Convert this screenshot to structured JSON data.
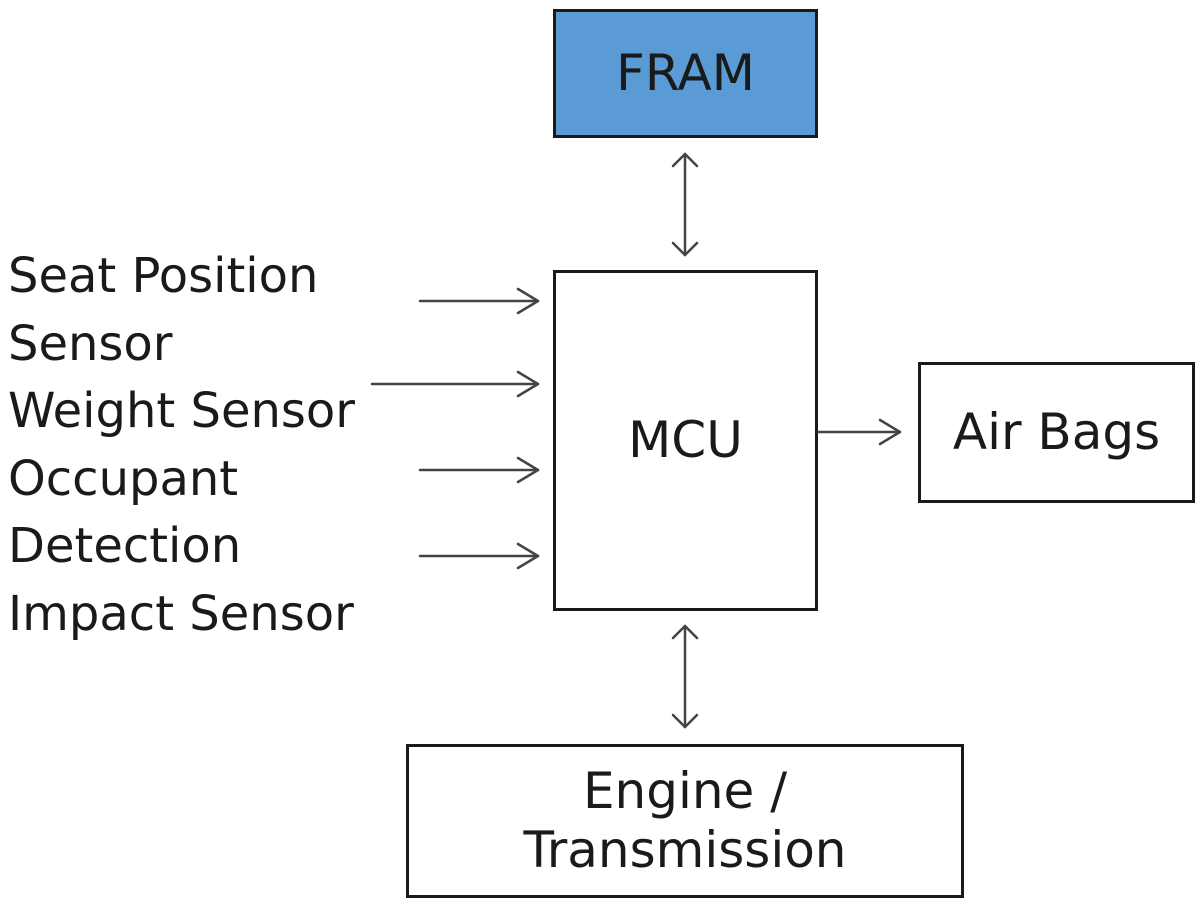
{
  "diagram": {
    "nodes": {
      "fram": {
        "label": "FRAM",
        "fill": "#5b9bd5"
      },
      "mcu": {
        "label": "MCU"
      },
      "air_bags": {
        "label": "Air Bags"
      },
      "engine": {
        "line1": "Engine /",
        "line2": "Transmission"
      }
    },
    "sensor_lines": [
      "Seat Position",
      "Sensor",
      "Weight Sensor",
      "Occupant",
      "Detection",
      "Impact Sensor"
    ],
    "edges": [
      {
        "from": "Seat Position Sensor",
        "to": "MCU",
        "direction": "one-way"
      },
      {
        "from": "Weight Sensor",
        "to": "MCU",
        "direction": "one-way"
      },
      {
        "from": "Occupant Detection",
        "to": "MCU",
        "direction": "one-way"
      },
      {
        "from": "Impact Sensor",
        "to": "MCU",
        "direction": "one-way"
      },
      {
        "from": "MCU",
        "to": "Air Bags",
        "direction": "one-way"
      },
      {
        "from": "MCU",
        "to": "FRAM",
        "direction": "two-way"
      },
      {
        "from": "MCU",
        "to": "Engine / Transmission",
        "direction": "two-way"
      }
    ],
    "colors": {
      "stroke": "#1a1a1a",
      "arrow": "#444444"
    }
  }
}
